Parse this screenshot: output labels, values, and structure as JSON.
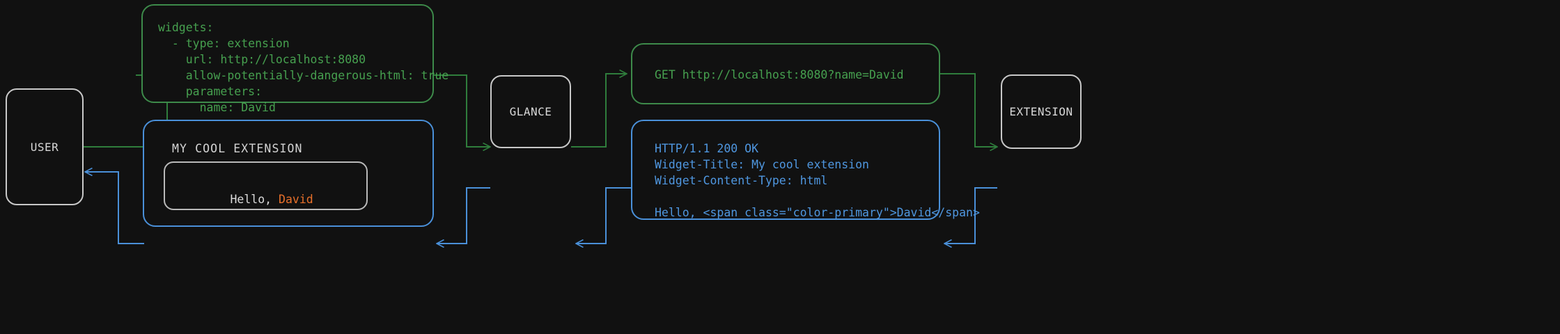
{
  "diagram": {
    "background": "#111111",
    "colors": {
      "request": "#3d8a4a",
      "response": "#4a90d9",
      "actor_border": "#c8c8c8",
      "accent": "#e8702a",
      "text": "#d8d8d8"
    }
  },
  "actors": {
    "user": {
      "label": "USER"
    },
    "glance": {
      "label": "GLANCE"
    },
    "extension": {
      "label": "EXTENSION"
    }
  },
  "messages": {
    "config": {
      "kind": "request",
      "text": "widgets:\n  - type: extension\n    url: http://localhost:8080\n    allow-potentially-dangerous-html: true\n    parameters:\n      name: David"
    },
    "http_request": {
      "kind": "request",
      "text": "GET http://localhost:8080?name=David"
    },
    "http_response": {
      "kind": "response",
      "text": "HTTP/1.1 200 OK\nWidget-Title: My cool extension\nWidget-Content-Type: html\n\nHello, <span class=\"color-primary\">David</span>"
    }
  },
  "widget_preview": {
    "kind": "response",
    "title": "MY COOL EXTENSION",
    "greeting_prefix": "Hello, ",
    "greeting_name": "David"
  }
}
